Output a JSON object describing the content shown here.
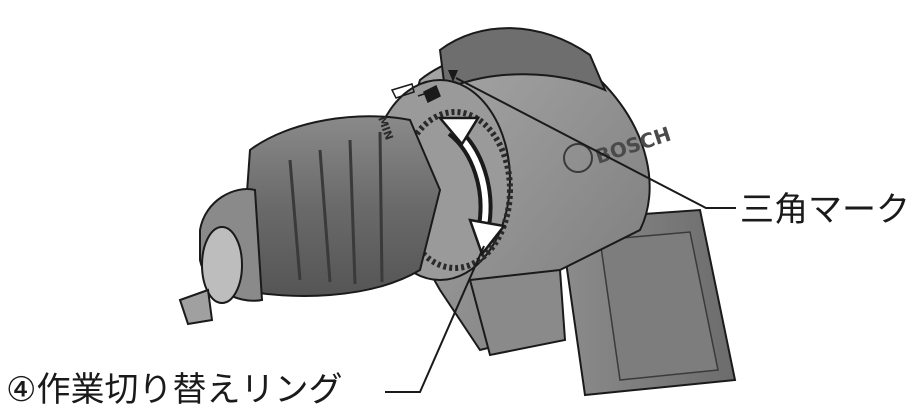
{
  "labels": {
    "triangle_mark": "三角マーク",
    "mode_ring": "④作業切り替えリング"
  },
  "illustration": {
    "brand_text": "BOSCH",
    "setting_text": "MIN"
  },
  "colors": {
    "outline": "#1a1a1a",
    "body_dark": "#6e6e6e",
    "body_mid": "#9a9a9a",
    "body_light": "#c4c4c4",
    "background": "#ffffff"
  }
}
